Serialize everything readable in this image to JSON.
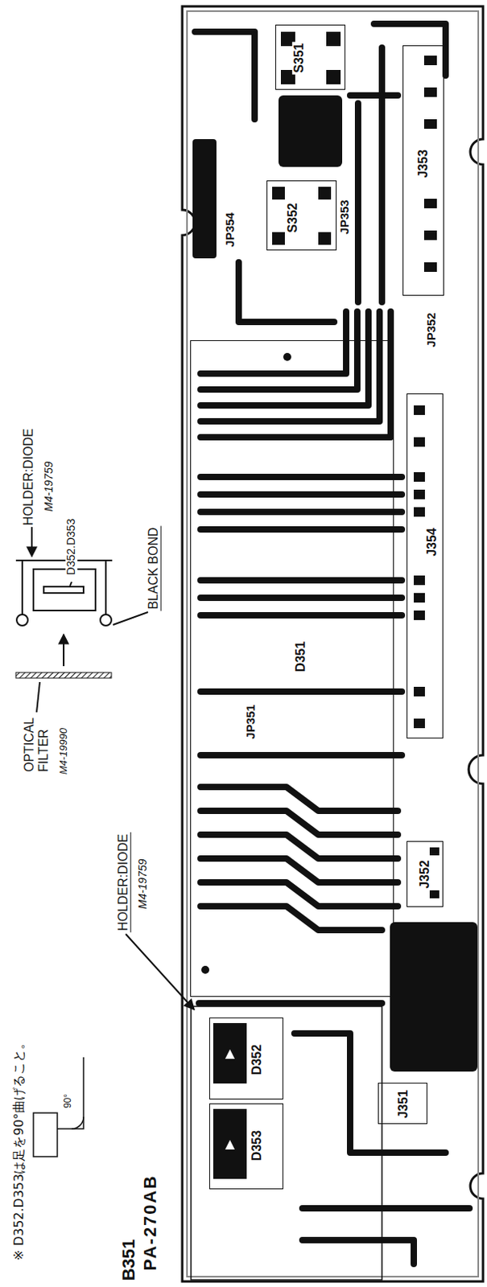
{
  "diagram": {
    "nodes": [
      {
        "text": [
          "S351"
        ]
      },
      {
        "text": [
          "S352"
        ]
      },
      {
        "text": [
          "J353"
        ]
      },
      {
        "text": [
          "D351"
        ]
      },
      {
        "text": [
          "J354"
        ]
      },
      {
        "text": [
          "J352"
        ]
      },
      {
        "text": [
          "J351"
        ]
      },
      {
        "text": [
          "D352"
        ]
      },
      {
        "text": [
          "D353"
        ]
      }
    ],
    "labels": [
      "※ D352.D353は足を90°曲げること。",
      "90°",
      "B351",
      "PA-270AB",
      "HOLDER:DIODE",
      "M4-19759",
      "D352.D353",
      "BLACK BOND",
      "OPTICAL FILTER",
      "M4-19990",
      "HOLDER:DIODE",
      "M4-19759",
      "JP354",
      "JP353",
      "JP352",
      "JP351"
    ]
  }
}
